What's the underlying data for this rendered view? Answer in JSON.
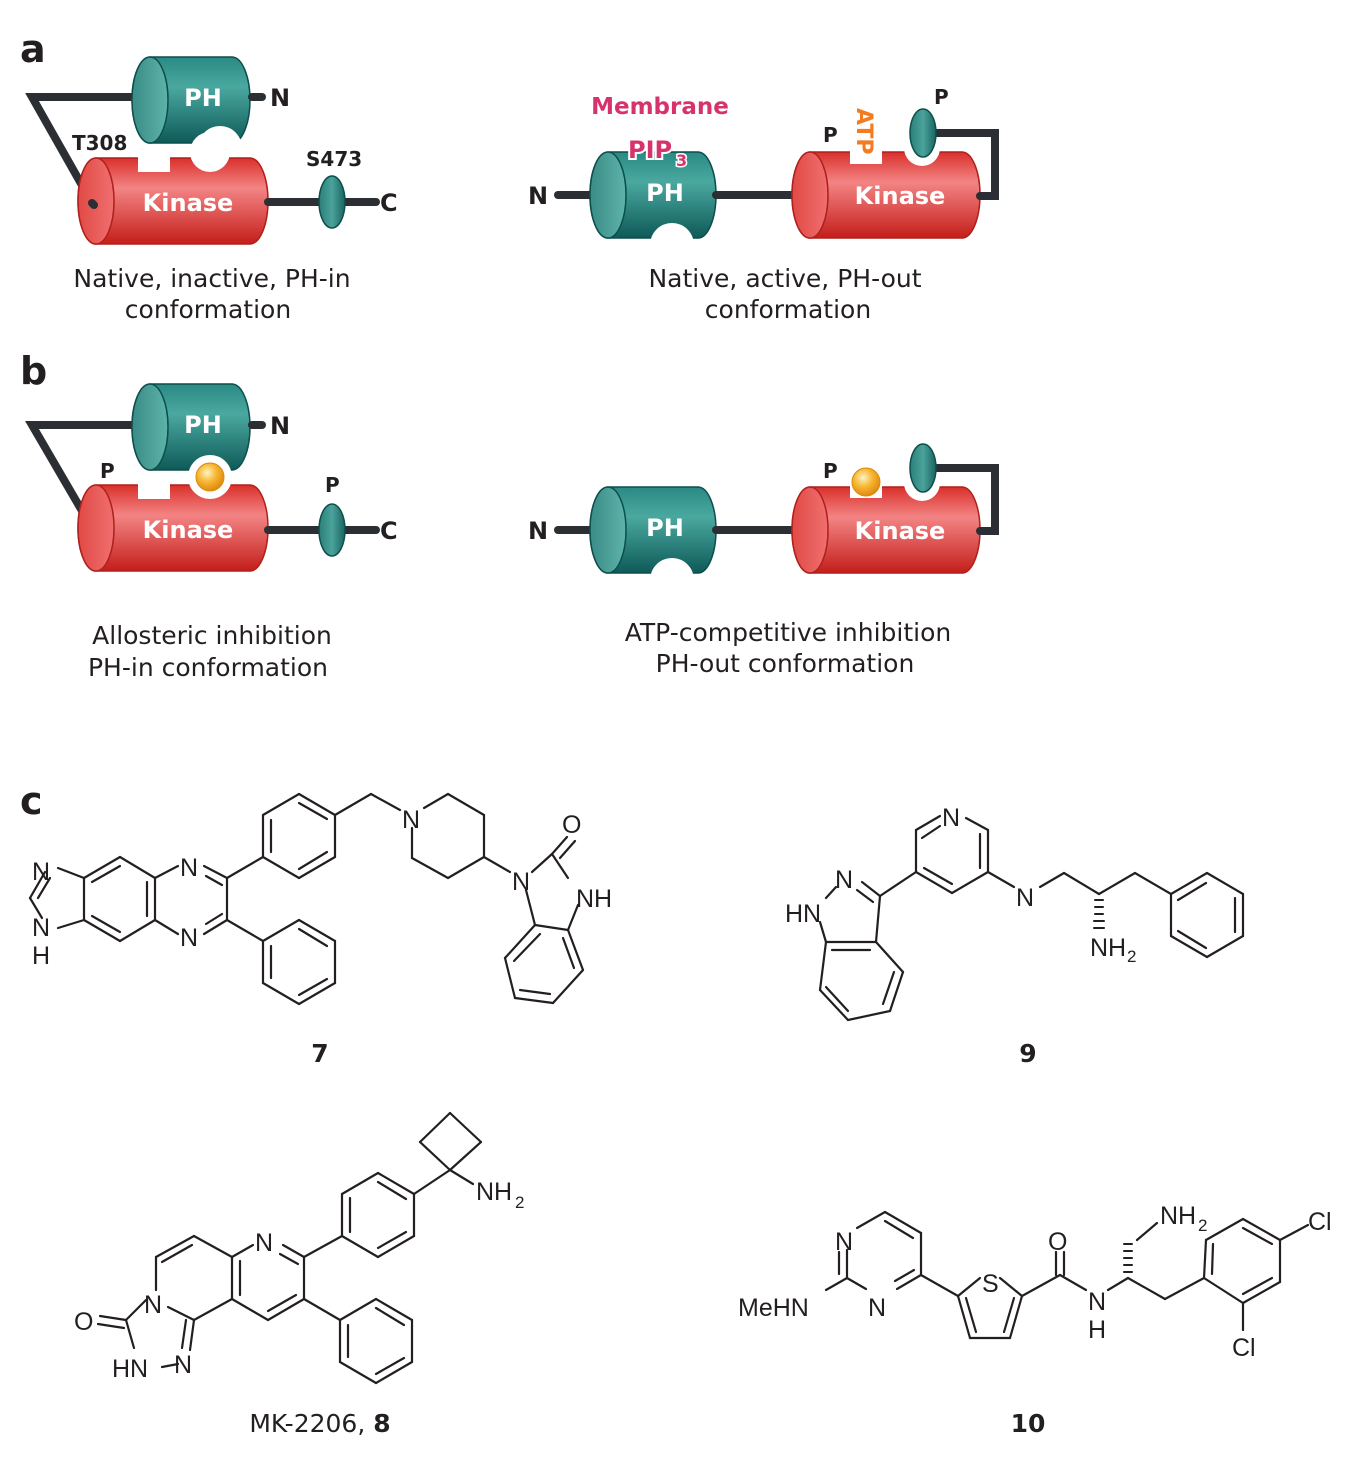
{
  "panels": {
    "a": {
      "letter": "a",
      "left": {
        "ph_label": "PH",
        "kinase_label": "Kinase",
        "n_terminus": "N",
        "c_terminus": "C",
        "site_t308": "T308",
        "site_s473": "S473",
        "caption_line1": "Native, inactive, PH-in",
        "caption_line2": "conformation"
      },
      "right": {
        "membrane_label": "Membrane",
        "pip_label": "PIP",
        "pip_subscript": "3",
        "ph_label": "PH",
        "kinase_label": "Kinase",
        "n_terminus": "N",
        "phospho_kinase": "P",
        "phospho_tail": "P",
        "atp_label": "ATP",
        "caption_line1": "Native, active, PH-out",
        "caption_line2": "conformation"
      }
    },
    "b": {
      "letter": "b",
      "left": {
        "ph_label": "PH",
        "kinase_label": "Kinase",
        "n_terminus": "N",
        "c_terminus": "C",
        "phospho_kinase": "P",
        "phospho_tail": "P",
        "caption_line1": "Allosteric inhibition",
        "caption_line2": "PH-in conformation"
      },
      "right": {
        "ph_label": "PH",
        "kinase_label": "Kinase",
        "n_terminus": "N",
        "phospho_kinase": "P",
        "caption_line1": "ATP-competitive inhibition",
        "caption_line2": "PH-out conformation"
      }
    },
    "c": {
      "letter": "c",
      "compounds": [
        {
          "id": "7",
          "label": "7",
          "atoms": [
            "N",
            "N",
            "H",
            "N",
            "N",
            "N",
            "O",
            "N",
            "NH"
          ]
        },
        {
          "id": "9",
          "label": "9",
          "atoms": [
            "N",
            "N",
            "HN",
            "N",
            "NH",
            "2"
          ]
        },
        {
          "id": "8",
          "label_prefix": "MK-2206, ",
          "label_bold": "8",
          "atoms": [
            "NH",
            "2",
            "N",
            "N",
            "O",
            "HN",
            "N"
          ]
        },
        {
          "id": "10",
          "label": "10",
          "atoms": [
            "N",
            "N",
            "MeHN",
            "S",
            "O",
            "N",
            "H",
            "NH",
            "2",
            "Cl",
            "Cl"
          ]
        }
      ]
    }
  },
  "colors": {
    "ph_domain": "#1f7a75",
    "kinase_domain": "#e23a36",
    "inhibitor_sphere": "#f5a623",
    "membrane_text": "#d6336c",
    "atp_text": "#f47c20",
    "linker": "#2b2e33"
  }
}
